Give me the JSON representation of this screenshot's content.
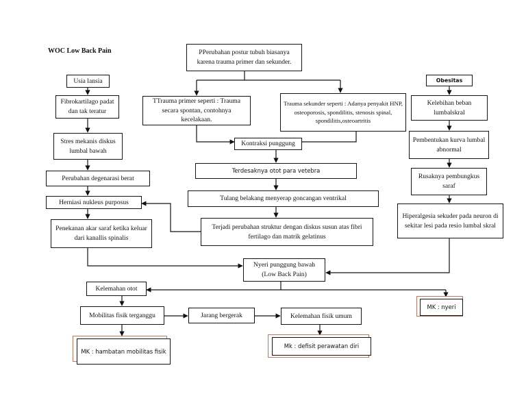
{
  "title": "WOC Low Back Pain",
  "nodes": {
    "perubahan_postur": "PPerubahan postur tubuh biasanya karena trauma primer dan sekunder.",
    "usia_lansia": "Usia lansia",
    "obesitas": "Obesitas",
    "fibrokartilago": "Fibrokartilago padat dan tak teratur",
    "trauma_primer": "TTrauma primer seperti : Trauma secara spontan, contohnya kecelakaan.",
    "trauma_sekunder": "Trauma sekunder seperti : Adanya penyakit HNP, osteoporosis, spondilitis, stenosis spinal, spondilitis,osteoartritis",
    "kelebihan_beban": "Kelebihan beban lumbalskral",
    "stres_mekanis": "Stres mekanis diskus lumbal bawah",
    "kontraksi_punggung": "Kontraksi punggung",
    "pembentukan_kurva": "Pembentukan kurva lumbal abnormal",
    "terdesaknya_otot": "Terdesaknya otot para vetebra",
    "perubahan_degenerasi": "Perubahan degenarasi berat",
    "rusaknya_pembungkus": "Rusaknya pembungkus saraf",
    "tulang_belakang": "Tulang belakang menyerap goncangan ventrikal",
    "herniasi": "Herniasi nukleus purposus",
    "hiperalgesia": "Hiperalgesia sekuder pada neuron di sekitar lesi pada resio lumbal skral",
    "penekanan_akar": "Penekanan akar saraf ketika keluar dari kanallis spinalis",
    "terjadi_perubahan": "Terjadi perubahan struktur dengan diskus susun atas fibri fertilago dan matrik gelatinus",
    "nyeri_punggung": "Nyeri punggung bawah (Low Back Pain)",
    "kelemahan_otot": "Kelemahan otot",
    "mk_nyeri": "MK : nyeri",
    "mobilitas_fisik": "Mobilitas fisik terganggu",
    "jarang_bergerak": "Jarang bergerak",
    "kelemahan_fisik": "Kelemahan fisik umum",
    "mk_hambatan": "MK : hambatan mobilitas fisik",
    "mk_defisit": "Mk : defisit perawatan diri"
  }
}
